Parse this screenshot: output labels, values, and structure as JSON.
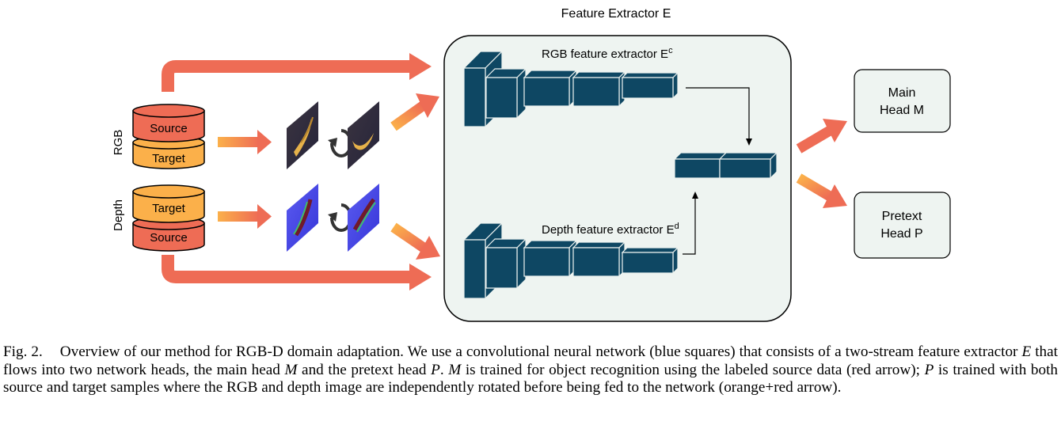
{
  "extractor": {
    "title": "Feature Extractor E",
    "rgb_label": "RGB feature extractor E",
    "rgb_sup": "c",
    "depth_label": "Depth feature extractor E",
    "depth_sup": "d"
  },
  "inputs": {
    "rgb": {
      "side_label": "RGB",
      "top": "Source",
      "bottom": "Target"
    },
    "depth": {
      "side_label": "Depth",
      "top": "Target",
      "bottom": "Source"
    }
  },
  "heads": {
    "main": {
      "line1": "Main",
      "line2": "Head M"
    },
    "pretext": {
      "line1": "Pretext",
      "line2": "Head P"
    }
  },
  "colors": {
    "red_arrow": "#ee6c55",
    "orange_arrow": "#f9a34f",
    "source_db": "#ee6c55",
    "target_db": "#fbb04a",
    "network_blue": "#0e4763",
    "extractor_bg": "#eef4f1",
    "head_bg": "#eef4f1"
  },
  "caption": {
    "fig_no": "Fig. 2.",
    "t1": "Overview of our method for RGB-D domain adaptation. We use a convolutional neural network (blue squares) that consists of a two-stream feature extractor ",
    "E": "E",
    "t2": " that flows into two network heads, the main head ",
    "M": "M",
    "t3": " and the pretext head ",
    "P": "P",
    "t4": ". ",
    "M2": "M",
    "t5": " is trained for object recognition using the labeled source data (red arrow); ",
    "P2": "P",
    "t6": " is trained with both source and target samples where the RGB and depth image are independently rotated before being fed to the network (orange+red arrow)."
  }
}
